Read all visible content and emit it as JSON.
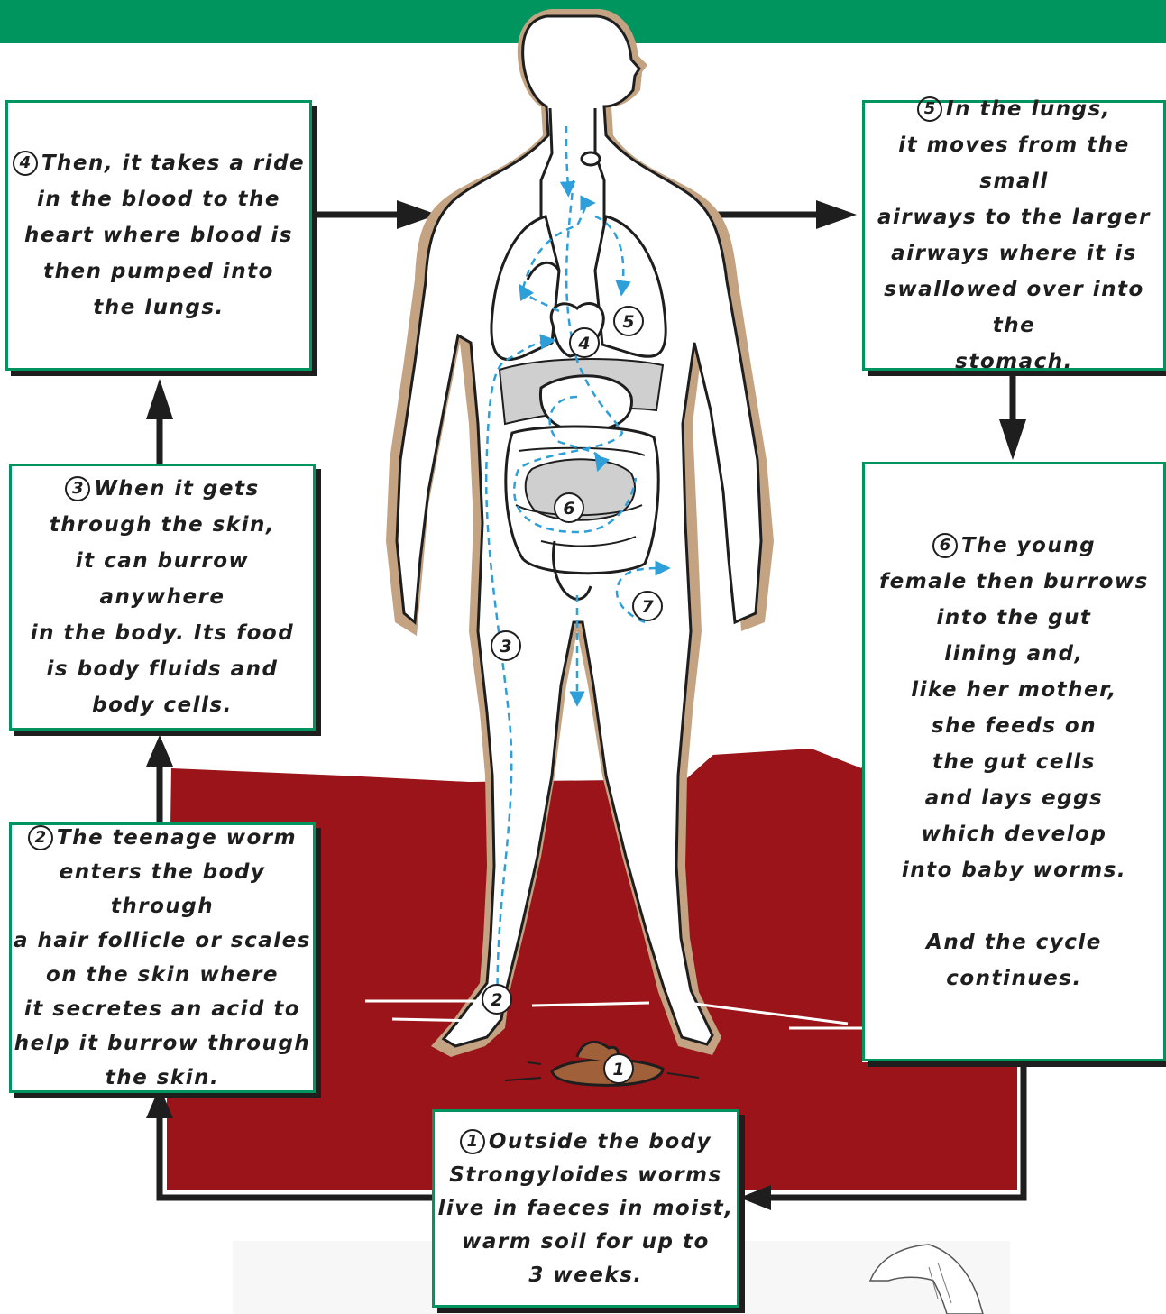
{
  "colors": {
    "header_green": "#00955f",
    "soil_red": "#9a1419",
    "skin_tan": "#c4a383",
    "path_blue": "#2e9fd8",
    "organ_grey": "#cfcfcf",
    "faeces_brown": "#a0613a",
    "text_dark": "#1e1e1e"
  },
  "steps": [
    {
      "num": "1",
      "text": "Outside the body\nStrongyloides worms\nlive in faeces in moist,\nwarm soil for up to\n3 weeks."
    },
    {
      "num": "2",
      "text": "The teenage worm\nenters the body through\na hair follicle or scales\non the skin where\nit secretes an acid to\nhelp it burrow through\nthe skin."
    },
    {
      "num": "3",
      "text": "When it gets\nthrough the skin,\nit can burrow anywhere\nin the body. Its food\nis body fluids and\nbody cells."
    },
    {
      "num": "4",
      "text": "Then, it takes a ride\nin the blood to the\nheart where blood is\nthen pumped into\nthe lungs."
    },
    {
      "num": "5",
      "text": "In the lungs,\nit moves from the small\nairways to the larger\nairways where it is\nswallowed over into the\nstomach."
    },
    {
      "num": "6",
      "text": "The young\nfemale then burrows\ninto the gut\nlining and,\nlike her mother,\nshe feeds on\nthe gut cells\nand lays eggs\nwhich develop\ninto baby worms.\n\nAnd the cycle\ncontinues."
    }
  ],
  "diagram_markers": [
    "1",
    "2",
    "3",
    "4",
    "5",
    "6",
    "7"
  ]
}
